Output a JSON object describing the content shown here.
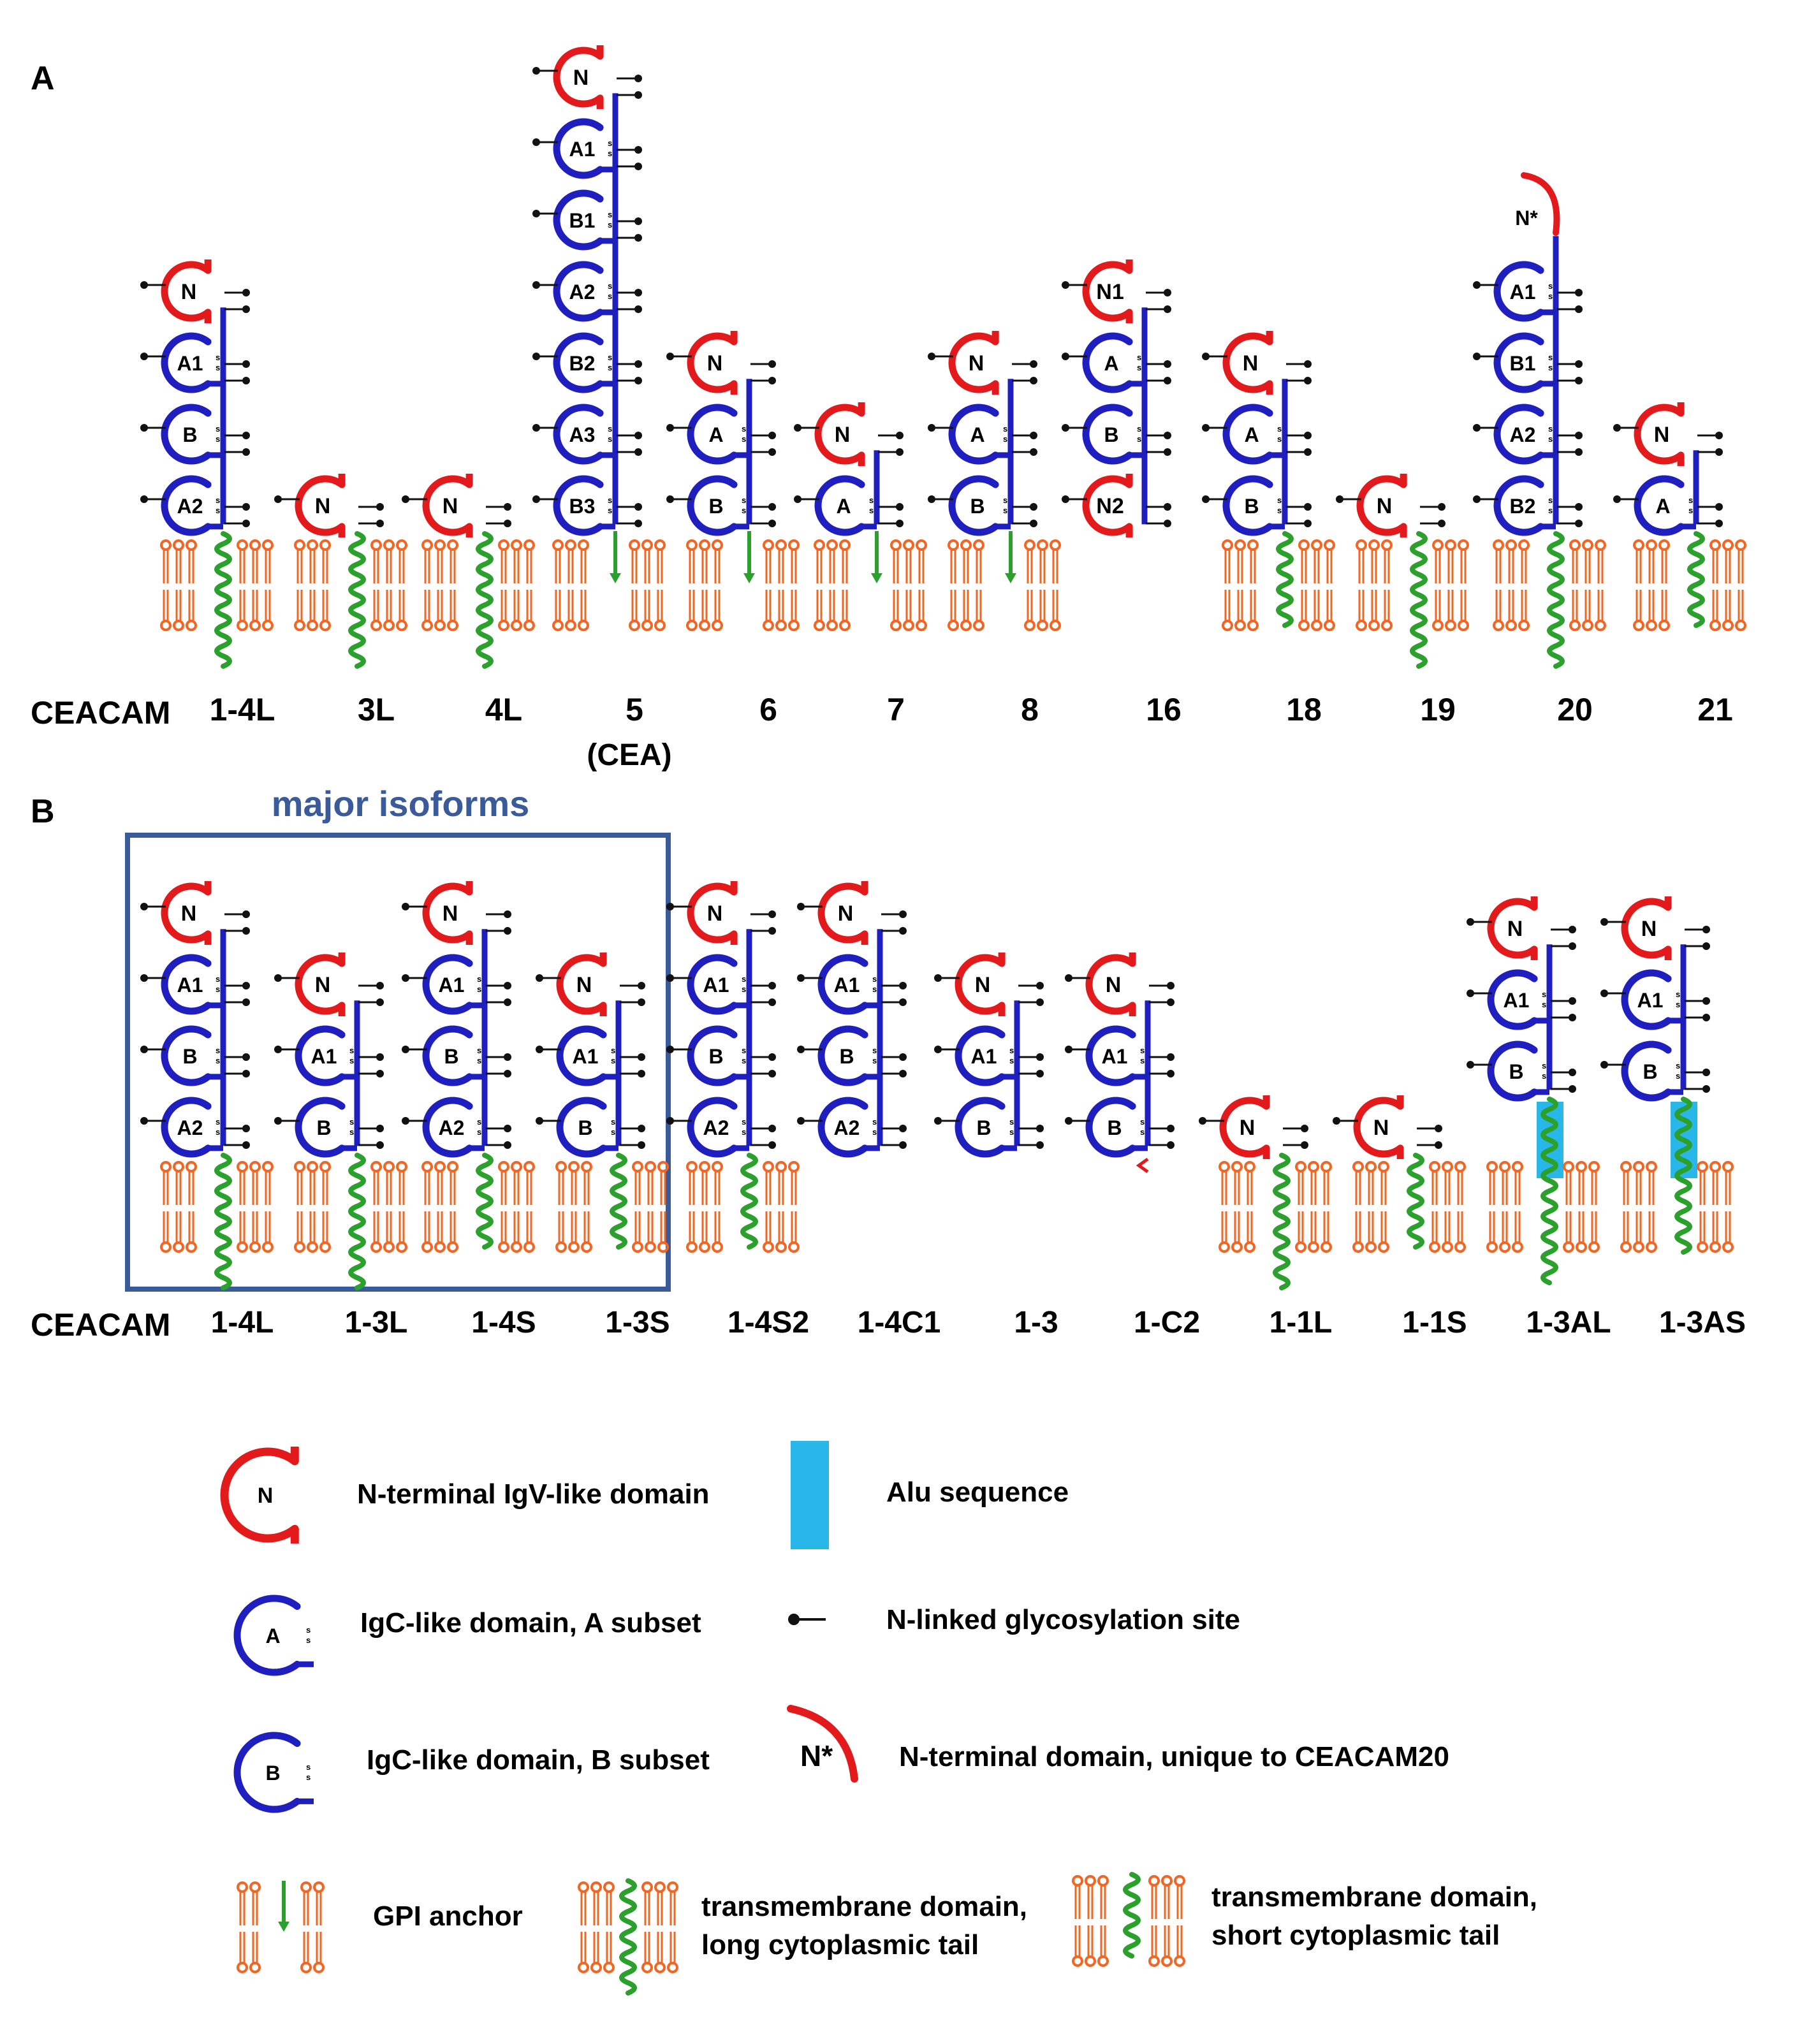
{
  "panels": {
    "a": {
      "letter": "A",
      "row_label": "CEACAM",
      "members": [
        {
          "label": "1-4L",
          "domains": [
            "N",
            "A1",
            "B",
            "A2"
          ],
          "anchor": "tm_long"
        },
        {
          "label": "3L",
          "domains": [
            "N"
          ],
          "anchor": "tm_long"
        },
        {
          "label": "4L",
          "domains": [
            "N"
          ],
          "anchor": "tm_long"
        },
        {
          "label": "5",
          "sublabel": "(CEA)",
          "domains": [
            "N",
            "A1",
            "B1",
            "A2",
            "B2",
            "A3",
            "B3"
          ],
          "anchor": "gpi"
        },
        {
          "label": "6",
          "domains": [
            "N",
            "A",
            "B"
          ],
          "anchor": "gpi"
        },
        {
          "label": "7",
          "domains": [
            "N",
            "A"
          ],
          "anchor": "gpi"
        },
        {
          "label": "8",
          "domains": [
            "N",
            "A",
            "B"
          ],
          "anchor": "gpi"
        },
        {
          "label": "16",
          "domains": [
            "N1",
            "A",
            "B",
            "N2"
          ],
          "anchor": "none"
        },
        {
          "label": "18",
          "domains": [
            "N",
            "A",
            "B"
          ],
          "anchor": "tm_short"
        },
        {
          "label": "19",
          "domains": [
            "N"
          ],
          "anchor": "tm_long"
        },
        {
          "label": "20",
          "domains": [
            "N*",
            "A1",
            "B1",
            "A2",
            "B2"
          ],
          "anchor": "tm_long"
        },
        {
          "label": "21",
          "domains": [
            "N",
            "A"
          ],
          "anchor": "tm_short"
        }
      ]
    },
    "b": {
      "letter": "B",
      "row_label": "CEACAM",
      "box_title": "major isoforms",
      "members": [
        {
          "label": "1-4L",
          "domains": [
            "N",
            "A1",
            "B",
            "A2"
          ],
          "anchor": "tm_long"
        },
        {
          "label": "1-3L",
          "domains": [
            "N",
            "A1",
            "B"
          ],
          "anchor": "tm_long"
        },
        {
          "label": "1-4S",
          "domains": [
            "N",
            "A1",
            "B",
            "A2"
          ],
          "anchor": "tm_short"
        },
        {
          "label": "1-3S",
          "domains": [
            "N",
            "A1",
            "B"
          ],
          "anchor": "tm_short"
        },
        {
          "label": "1-4S2",
          "domains": [
            "N",
            "A1",
            "B",
            "A2"
          ],
          "anchor": "tm_short"
        },
        {
          "label": "1-4C1",
          "domains": [
            "N",
            "A1",
            "B",
            "A2"
          ],
          "anchor": "none"
        },
        {
          "label": "1-3",
          "domains": [
            "N",
            "A1",
            "B"
          ],
          "anchor": "none"
        },
        {
          "label": "1-C2",
          "domains": [
            "N",
            "A1",
            "B"
          ],
          "anchor": "none"
        },
        {
          "label": "1-1L",
          "domains": [
            "N"
          ],
          "anchor": "tm_long"
        },
        {
          "label": "1-1S",
          "domains": [
            "N"
          ],
          "anchor": "tm_short"
        },
        {
          "label": "1-3AL",
          "domains": [
            "N",
            "A1",
            "B"
          ],
          "anchor": "tm_long",
          "alu": true
        },
        {
          "label": "1-3AS",
          "domains": [
            "N",
            "A1",
            "B"
          ],
          "anchor": "tm_short",
          "alu": true
        }
      ]
    }
  },
  "legend": {
    "n_domain": {
      "symbol": "N",
      "text": "N-terminal IgV-like domain"
    },
    "a_domain": {
      "symbol": "A",
      "text": "IgC-like domain, A subset"
    },
    "b_domain": {
      "symbol": "B",
      "text": "IgC-like domain, B subset"
    },
    "alu": {
      "text": "Alu sequence"
    },
    "glyco": {
      "text": "N-linked glycosylation site"
    },
    "n_star": {
      "symbol": "N*",
      "text": "N-terminal domain, unique to CEACAM20"
    },
    "gpi": {
      "text": "GPI anchor"
    },
    "tm_long": {
      "text_line1": "transmembrane domain,",
      "text_line2": "long cytoplasmic tail"
    },
    "tm_short": {
      "text_line1": "transmembrane domain,",
      "text_line2": "short cytoplasmic tail"
    }
  },
  "colors": {
    "n_domain": "#e31a1c",
    "igc_domain": "#1f1fbf",
    "membrane": "#f26522",
    "transmembrane": "#2ca02c",
    "alu": "#29b6e8",
    "box": "#3a5a9a",
    "box_title": "#3a5a9a",
    "glyco": "#111111",
    "tail_teal": "#1fbf9f",
    "tail_navy": "#2a3aa0",
    "tail_pink": "#d63fa3"
  }
}
